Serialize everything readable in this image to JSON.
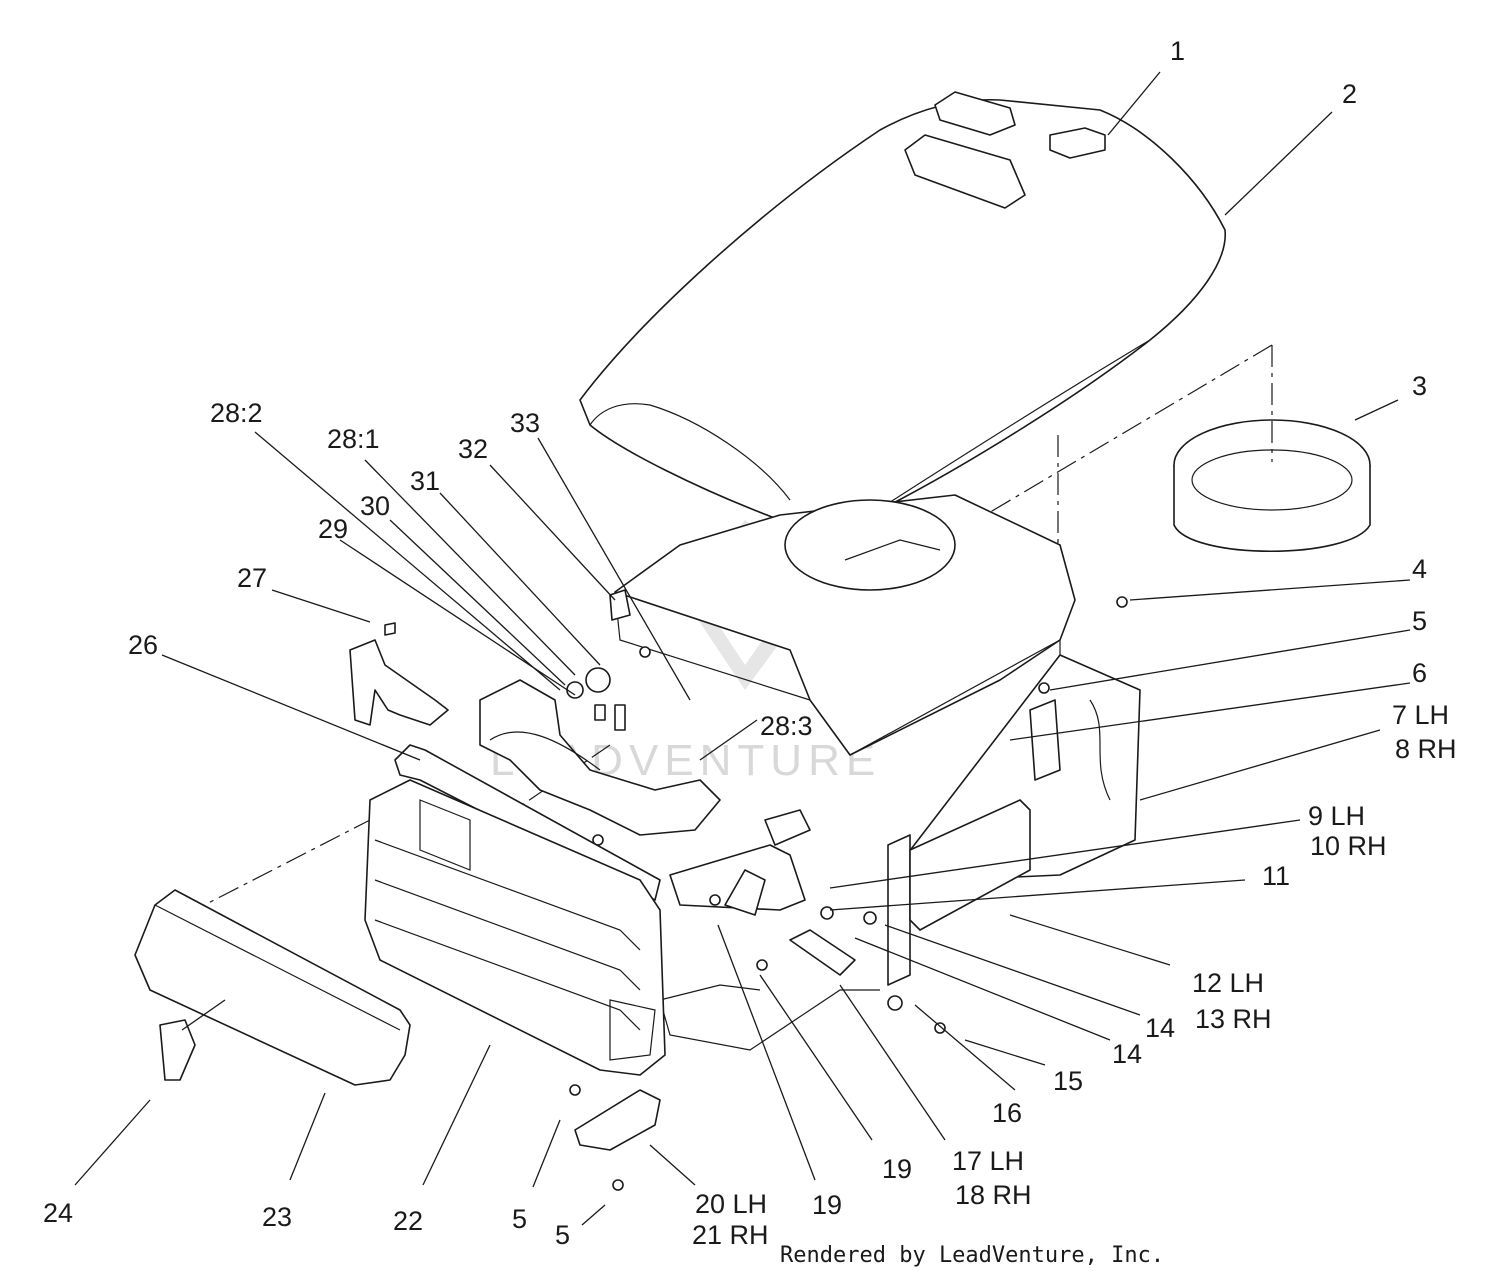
{
  "credit": "Rendered by LeadVenture, Inc.",
  "watermark": "LEADVENTURE",
  "callouts": [
    {
      "id": "c1",
      "lines": [
        "1"
      ]
    },
    {
      "id": "c2",
      "lines": [
        "2"
      ]
    },
    {
      "id": "c3",
      "lines": [
        "3"
      ]
    },
    {
      "id": "c4",
      "lines": [
        "4"
      ]
    },
    {
      "id": "c5a",
      "lines": [
        "5"
      ]
    },
    {
      "id": "c6",
      "lines": [
        "6"
      ]
    },
    {
      "id": "c7",
      "lines": [
        "7 LH",
        "8 RH"
      ]
    },
    {
      "id": "c9",
      "lines": [
        "9 LH",
        "10 RH"
      ]
    },
    {
      "id": "c11",
      "lines": [
        "11"
      ]
    },
    {
      "id": "c12",
      "lines": [
        "12 LH",
        "13 RH"
      ]
    },
    {
      "id": "c14a",
      "lines": [
        "14"
      ]
    },
    {
      "id": "c14b",
      "lines": [
        "14"
      ]
    },
    {
      "id": "c15",
      "lines": [
        "15"
      ]
    },
    {
      "id": "c16",
      "lines": [
        "16"
      ]
    },
    {
      "id": "c17",
      "lines": [
        "17 LH",
        "18 RH"
      ]
    },
    {
      "id": "c19a",
      "lines": [
        "19"
      ]
    },
    {
      "id": "c19b",
      "lines": [
        "19"
      ]
    },
    {
      "id": "c20",
      "lines": [
        "20 LH",
        "21 RH"
      ]
    },
    {
      "id": "c5b",
      "lines": [
        "5"
      ]
    },
    {
      "id": "c5c",
      "lines": [
        "5"
      ]
    },
    {
      "id": "c22",
      "lines": [
        "22"
      ]
    },
    {
      "id": "c23",
      "lines": [
        "23"
      ]
    },
    {
      "id": "c24",
      "lines": [
        "24"
      ]
    },
    {
      "id": "c26",
      "lines": [
        "26"
      ]
    },
    {
      "id": "c27",
      "lines": [
        "27"
      ]
    },
    {
      "id": "c28_2",
      "lines": [
        "28:2"
      ]
    },
    {
      "id": "c28_1",
      "lines": [
        "28:1"
      ]
    },
    {
      "id": "c29",
      "lines": [
        "29"
      ]
    },
    {
      "id": "c30",
      "lines": [
        "30"
      ]
    },
    {
      "id": "c31",
      "lines": [
        "31"
      ]
    },
    {
      "id": "c32",
      "lines": [
        "32"
      ]
    },
    {
      "id": "c33",
      "lines": [
        "33"
      ]
    },
    {
      "id": "c28_3",
      "lines": [
        "28:3"
      ]
    }
  ]
}
